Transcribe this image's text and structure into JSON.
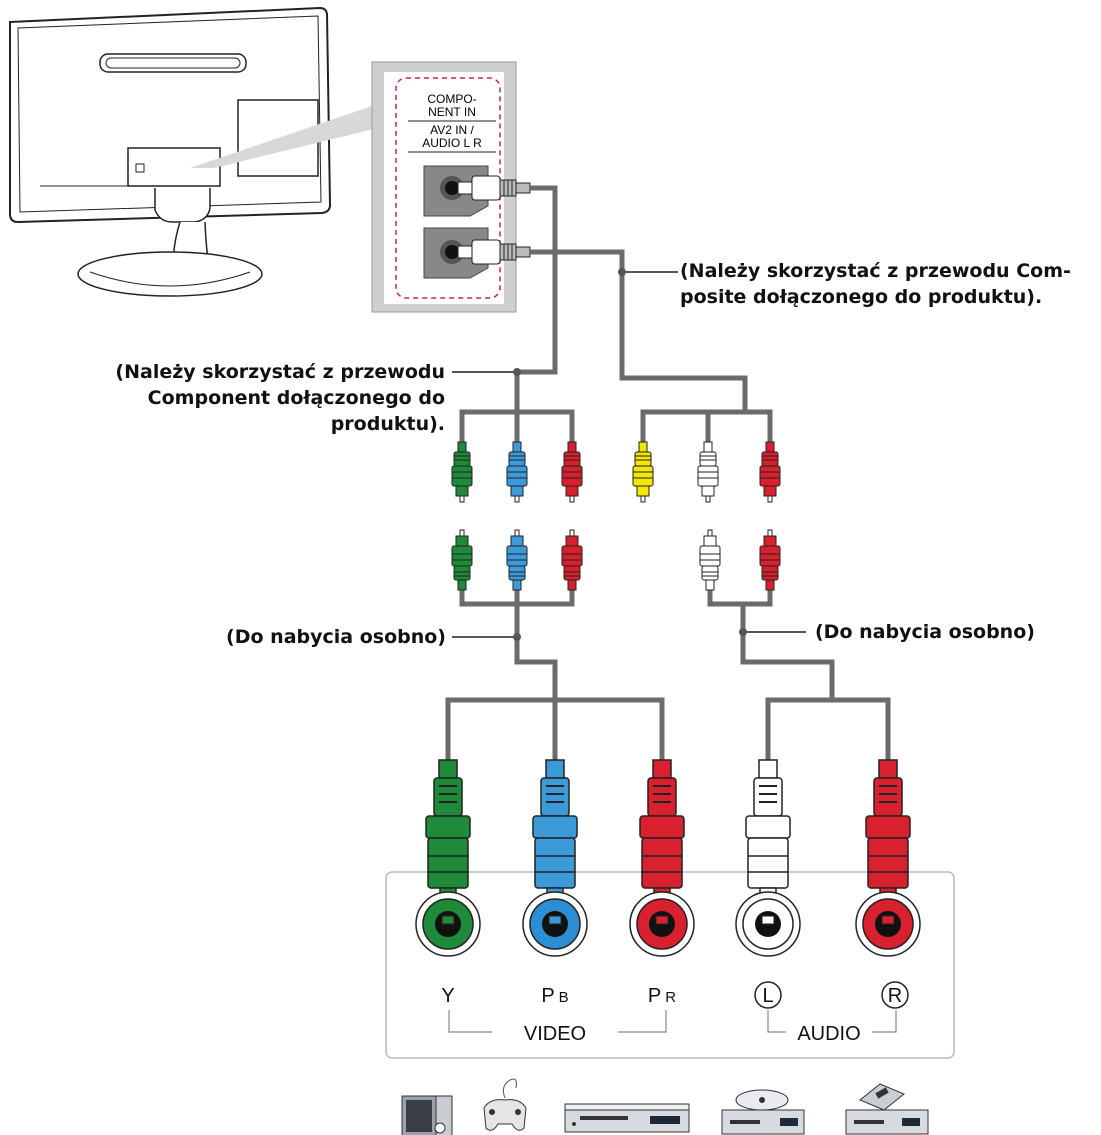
{
  "panel": {
    "label_line1": "COMPO-",
    "label_line2": "NENT IN",
    "label_line3": "AV2 IN /",
    "label_line4": "AUDIO L R"
  },
  "notes": {
    "composite_cable_line1": "(Należy skorzystać z przewodu Com-",
    "composite_cable_line2": "posite dołączonego do produktu).",
    "component_cable_line1": "(Należy skorzystać z przewodu",
    "component_cable_line2": "Component dołączonego do",
    "component_cable_line3": "produktu).",
    "sold_separately_left": "(Do nabycia osobno)",
    "sold_separately_right": "(Do nabycia osobno)"
  },
  "jacks": {
    "y": "Y",
    "pb_main": "P",
    "pb_sub": "B",
    "pr_main": "P",
    "pr_sub": "R",
    "l": "L",
    "r": "R",
    "video": "VIDEO",
    "audio": "AUDIO"
  },
  "colors": {
    "green": "#1f8a3a",
    "blue": "#3d9ad9",
    "red": "#d9202f",
    "white": "#ffffff",
    "yellow": "#f3e600",
    "cable": "#6b6b6b"
  },
  "devices": [
    "pc-game-console-icon",
    "vcr-icon",
    "dvd-player-icon",
    "set-top-box-icon"
  ]
}
